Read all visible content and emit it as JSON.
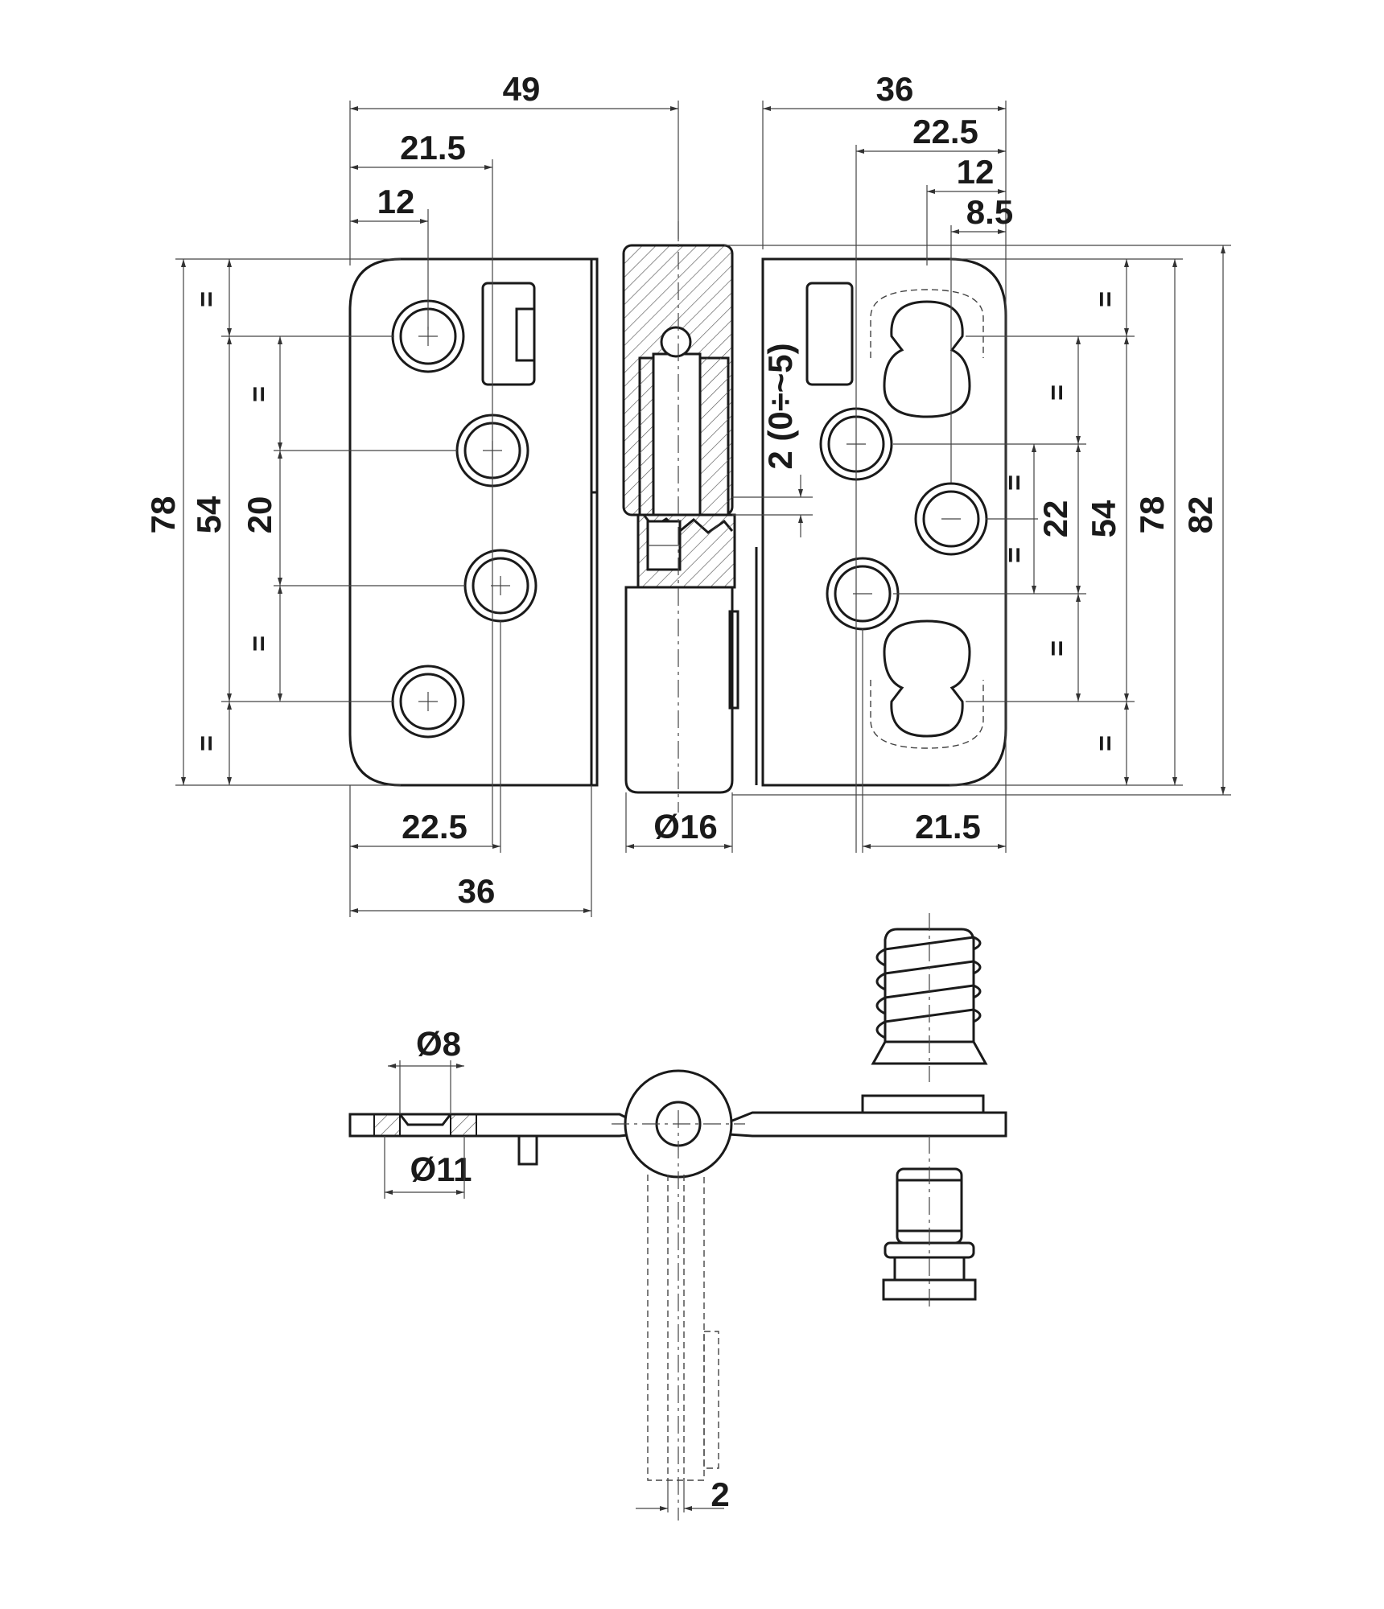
{
  "dimensions": {
    "top_left": [
      "49",
      "21.5",
      "12"
    ],
    "top_right": [
      "36",
      "22.5",
      "12",
      "8.5"
    ],
    "left_vertical": [
      "78",
      "54",
      "20"
    ],
    "right_vertical": [
      "22",
      "54",
      "78",
      "82"
    ],
    "pin_adjust": "2 (0÷~5)",
    "bottom": [
      "22.5",
      "36",
      "Ø16",
      "21.5"
    ],
    "profile": [
      "Ø8",
      "Ø11",
      "2"
    ],
    "equal_sign": "="
  }
}
